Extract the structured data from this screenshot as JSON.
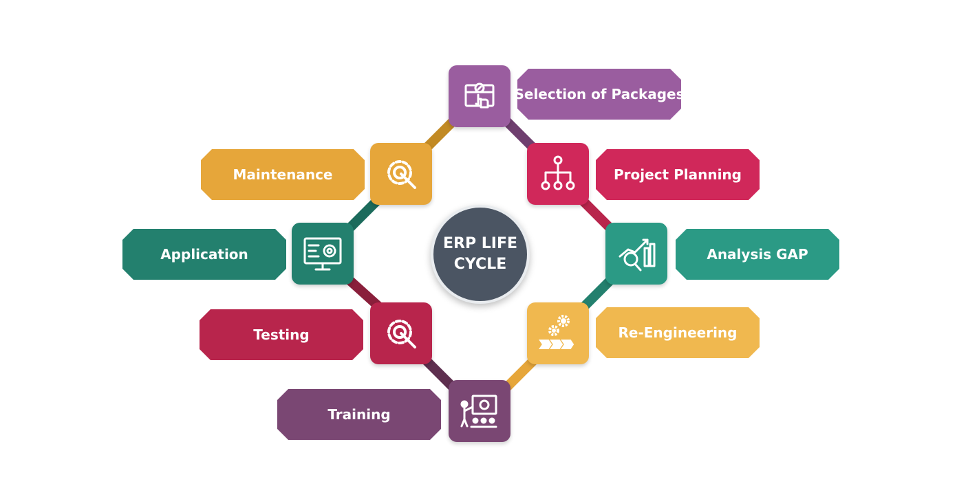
{
  "center": {
    "line1": "ERP LIFE",
    "line2": "CYCLE"
  },
  "stages": [
    {
      "label": "Selection of Packages",
      "icon": "package-selection-icon",
      "color": "#9a5d9f"
    },
    {
      "label": "Project Planning",
      "icon": "hierarchy-icon",
      "color": "#d0285a"
    },
    {
      "label": "Analysis GAP",
      "icon": "analysis-chart-icon",
      "color": "#2b9a85"
    },
    {
      "label": "Re-Engineering",
      "icon": "gears-process-icon",
      "color": "#f0b84f"
    },
    {
      "label": "Training",
      "icon": "presentation-icon",
      "color": "#7a4773"
    },
    {
      "label": "Testing",
      "icon": "gear-wrench-icon",
      "color": "#b8254c"
    },
    {
      "label": "Application",
      "icon": "monitor-gear-icon",
      "color": "#23806e"
    },
    {
      "label": "Maintenance",
      "icon": "gear-wrench-icon",
      "color": "#e6a63a"
    }
  ]
}
